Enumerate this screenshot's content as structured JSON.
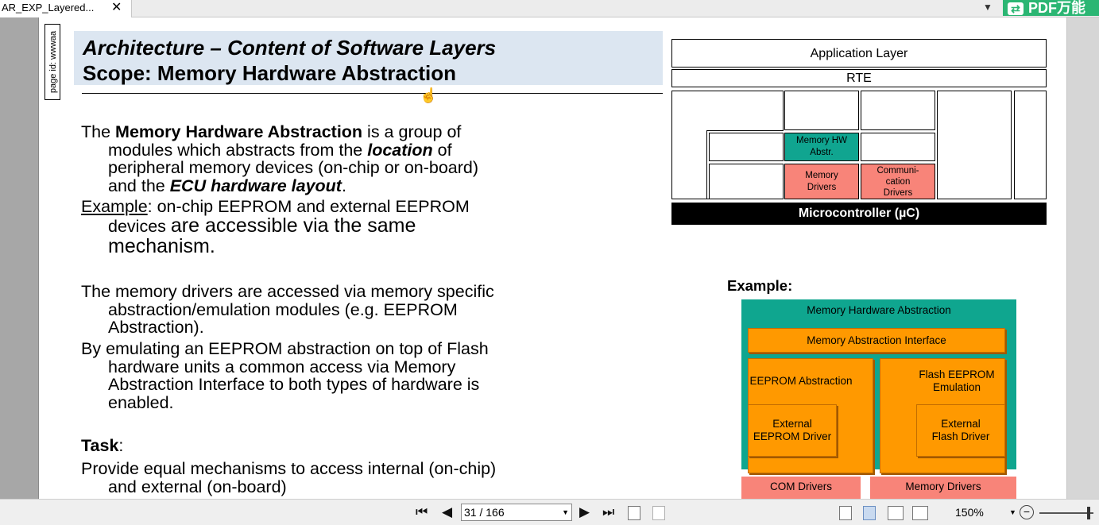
{
  "tab": {
    "title": "AR_EXP_Layered...",
    "close": "✕"
  },
  "header": {
    "menu_arrow": "▼",
    "badge_text": "PDF万能",
    "badge_icon": "⇄"
  },
  "page": {
    "page_id": "page id: wwwaa",
    "title_line1": "Architecture – Content of Software Layers",
    "title_line2": "Scope: Memory Hardware Abstraction",
    "para1": {
      "a": "The ",
      "b": "Memory Hardware Abstraction",
      "c": " is a group of",
      "d": "modules which abstracts from the ",
      "e": "location",
      "f": " of",
      "g": "peripheral memory devices (on-chip or on-board)",
      "h": "and the ",
      "i": "ECU hardware layout",
      "j": "."
    },
    "example_para": {
      "label": "Example",
      "a": ": on-chip EEPROM and external EEPROM",
      "b1": "devices ",
      "b2": "are accessible via the same",
      "c": "mechanism."
    },
    "para2": [
      "The memory drivers are accessed via memory specific",
      "abstraction/emulation modules (e.g. EEPROM",
      "Abstraction)."
    ],
    "para3": [
      "By emulating an EEPROM abstraction on top of Flash",
      "hardware units a common access via Memory",
      "Abstraction Interface to both types of hardware is",
      "enabled."
    ],
    "task_label": "Task",
    "task_colon": ":",
    "task_lines": [
      "Provide equal mechanisms to access internal (on-chip)",
      "and external (on-board)"
    ]
  },
  "arch_diagram": {
    "application_layer": "Application Layer",
    "rte": "RTE",
    "memory_hw_abstr": "Memory HW Abstr.",
    "memory_drivers": "Memory Drivers",
    "communication_drivers": "Communi- cation Drivers",
    "microcontroller": "Microcontroller (µC)"
  },
  "example_diagram": {
    "label": "Example:",
    "title": "Memory Hardware Abstraction",
    "interface": "Memory Abstraction Interface",
    "eeprom_abstraction": "EEPROM Abstraction",
    "flash_eeprom_emulation": "Flash EEPROM Emulation",
    "external_eeprom_driver": "External EEPROM Driver",
    "external_flash_driver": "External Flash  Driver",
    "com_drivers": "COM Drivers",
    "memory_drivers": "Memory Drivers"
  },
  "toolbar": {
    "first": "⏮",
    "prev": "◀",
    "page_value": "31 / 166",
    "next": "▶",
    "last": "⏭",
    "zoom": "150%",
    "zoom_out": "−"
  },
  "colors": {
    "title_bg": "#dce6f1",
    "teal": "#10a590",
    "salmon": "#f88479",
    "orange": "#ff9900"
  }
}
